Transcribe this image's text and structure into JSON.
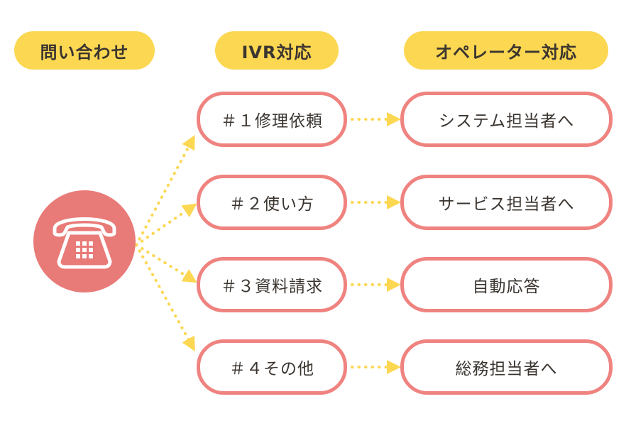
{
  "headers": {
    "inquiry": "問い合わせ",
    "ivr": "IVR対応",
    "operator": "オペレーター対応"
  },
  "ivr_options": [
    {
      "label": "＃１修理依頼"
    },
    {
      "label": "＃２使い方"
    },
    {
      "label": "＃３資料請求"
    },
    {
      "label": "＃４その他"
    }
  ],
  "operator_routes": [
    {
      "label": "システム担当者へ"
    },
    {
      "label": "サービス担当者へ"
    },
    {
      "label": "自動応答"
    },
    {
      "label": "総務担当者へ"
    }
  ],
  "icons": {
    "start": "telephone-icon"
  },
  "colors": {
    "header_fill": "#fcd752",
    "node_border": "#ef8380",
    "phone_circle": "#e87a78",
    "connector": "#fcd752",
    "text": "#3b3530"
  }
}
